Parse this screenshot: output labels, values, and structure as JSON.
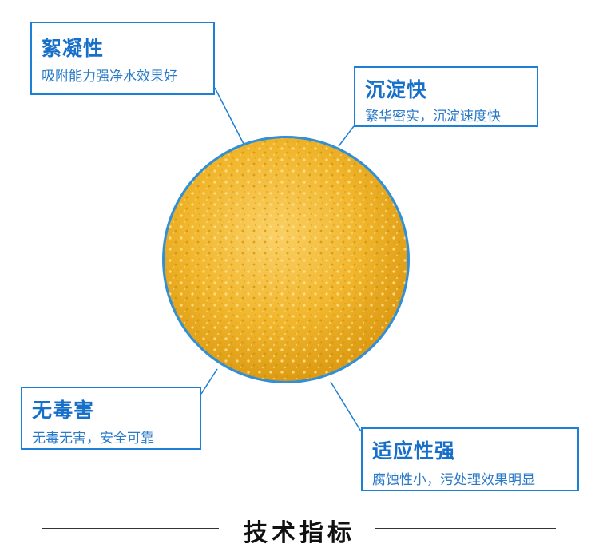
{
  "features": [
    {
      "title": "絮凝性",
      "desc": "吸附能力强净水效果好"
    },
    {
      "title": "沉淀快",
      "desc": "繁华密实，沉淀速度快"
    },
    {
      "title": "无毒害",
      "desc": "无毒无害，安全可靠"
    },
    {
      "title": "适应性强",
      "desc": "腐蚀性小，污处理效果明显"
    }
  ],
  "footer": {
    "title": "技术指标"
  },
  "colors": {
    "accent": "#1e7fd6",
    "title_text": "#1670c9",
    "product": "#f2b92a",
    "product_ring": "#2f8fd8"
  },
  "image": {
    "subject": "product-powder-photo"
  }
}
